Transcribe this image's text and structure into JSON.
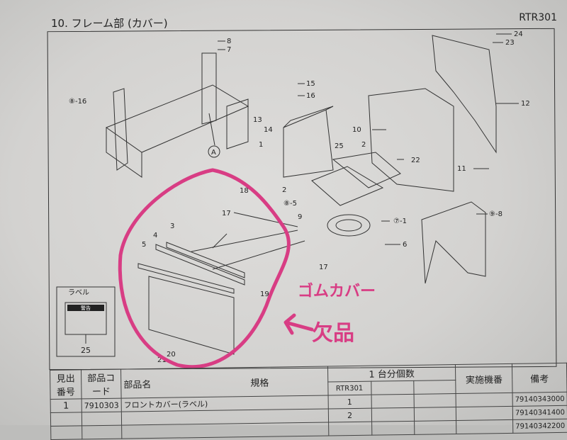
{
  "header": {
    "title": "10. フレーム部 (カバー)",
    "model": "RTR301"
  },
  "diagram": {
    "callouts": [
      "8",
      "7",
      "15",
      "16",
      "13",
      "14",
      "1",
      "25",
      "10",
      "2",
      "22",
      "11",
      "12",
      "24",
      "23",
      "⑧-16",
      "A",
      "A",
      "18",
      "17",
      "⑧-5",
      "9",
      "⑦-1",
      "6",
      "⑨-8",
      "3",
      "4",
      "5",
      "19",
      "20",
      "21",
      "17",
      "2"
    ],
    "label_box": {
      "title": "ラベル",
      "warning": "警告",
      "number": "25"
    },
    "annotation": {
      "line1": "ゴムカバー",
      "line2": "欠品"
    },
    "annotation_color": "#d83d84"
  },
  "table": {
    "headers": {
      "index": "見出番号",
      "code": "部品コード",
      "name": "部品名",
      "spec": "規格",
      "qty_group": "1 台分個数",
      "model_col": "RTR301",
      "serial": "実施機番",
      "remarks": "備考"
    },
    "rows": [
      {
        "index": "1",
        "code": "7910303",
        "name": "フロントカバー(ラベル)",
        "qty": "1",
        "remarks": "79140343000"
      },
      {
        "index": "",
        "code": "",
        "name": "",
        "qty": "2",
        "remarks": "79140341400"
      },
      {
        "index": "",
        "code": "",
        "name": "",
        "qty": "",
        "remarks": "79140342200"
      }
    ]
  }
}
